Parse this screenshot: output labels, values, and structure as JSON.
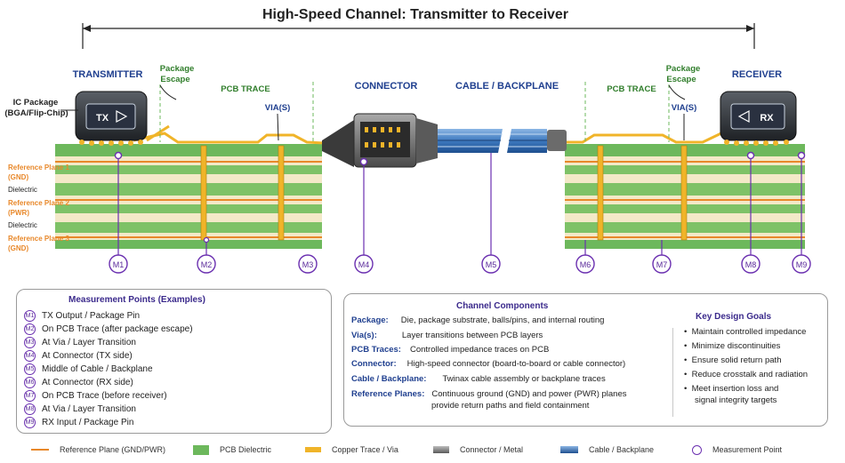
{
  "title": "High-Speed Channel: Transmitter to Receiver",
  "labels": {
    "transmitter": "TRANSMITTER",
    "receiver": "RECEIVER",
    "package_escape_left_1": "Package",
    "package_escape_left_2": "Escape",
    "package_escape_right_1": "Package",
    "package_escape_right_2": "Escape",
    "pcb_trace_left": "PCB TRACE",
    "pcb_trace_right": "PCB TRACE",
    "connector": "CONNECTOR",
    "cable_backplane": "CABLE / BACKPLANE",
    "vias_left": "VIA(S)",
    "vias_right": "VIA(S)",
    "ic_package_1": "IC Package",
    "ic_package_2": "(BGA/Flip-Chip)",
    "tx": "TX",
    "rx": "RX"
  },
  "layers": {
    "ref1_a": "Reference Plane 1",
    "ref1_b": "(GND)",
    "dielectric1": "Dielectric",
    "ref2_a": "Reference Plane 2",
    "ref2_b": "(PWR)",
    "dielectric2": "Dielectric",
    "ref3_a": "Reference Plane 3",
    "ref3_b": "(GND)"
  },
  "markers": [
    "M1",
    "M2",
    "M3",
    "M4",
    "M5",
    "M6",
    "M7",
    "M8",
    "M9"
  ],
  "measurement": {
    "title": "Measurement Points (Examples)",
    "items": [
      {
        "badge": "M1",
        "text": "TX Output / Package Pin"
      },
      {
        "badge": "M2",
        "text": "On PCB Trace (after package escape)"
      },
      {
        "badge": "M3",
        "text": "At Via / Layer Transition"
      },
      {
        "badge": "M4",
        "text": "At Connector (TX side)"
      },
      {
        "badge": "M5",
        "text": "Middle of Cable / Backplane"
      },
      {
        "badge": "M6",
        "text": "At Connector (RX side)"
      },
      {
        "badge": "M7",
        "text": "On PCB Trace (before receiver)"
      },
      {
        "badge": "M8",
        "text": "At Via / Layer Transition"
      },
      {
        "badge": "M9",
        "text": "RX Input / Package Pin"
      }
    ]
  },
  "components": {
    "title": "Channel Components",
    "items": [
      {
        "term": "Package:",
        "desc": "Die, package substrate, balls/pins, and internal routing"
      },
      {
        "term": "Via(s):",
        "desc": "Layer transitions between PCB layers"
      },
      {
        "term": "PCB Traces:",
        "desc": "Controlled impedance traces on PCB"
      },
      {
        "term": "Connector:",
        "desc": "High-speed connector (board-to-board or cable connector)"
      },
      {
        "term": "Cable / Backplane:",
        "desc": "Twinax cable assembly or backplane traces"
      },
      {
        "term": "Reference Planes:",
        "desc": "Continuous ground (GND) and power (PWR) planes"
      }
    ],
    "ref_planes_line2": "provide return paths and field containment"
  },
  "goals": {
    "title": "Key Design Goals",
    "items": [
      "Maintain controlled impedance",
      "Minimize discontinuities",
      "Ensure solid return path",
      "Reduce crosstalk and radiation",
      "Meet insertion loss and"
    ],
    "last_line2": "signal integrity targets"
  },
  "legend": [
    {
      "label": "Reference Plane (GND/PWR)",
      "color": "#e8882a"
    },
    {
      "label": "PCB Dielectric",
      "color": "#6db85c"
    },
    {
      "label": "Copper Trace / Via",
      "color": "#f0b429"
    },
    {
      "label": "Connector / Metal",
      "color": "#8a8a8a"
    },
    {
      "label": "Cable / Backplane",
      "color": "#4a86c8"
    },
    {
      "label": "Measurement Point",
      "color": "#6a2fb0"
    }
  ],
  "colors": {
    "purple": "#6a2fb0",
    "orange": "#e8882a",
    "green_label": "#2f7d2a",
    "blue_label": "#1f3f8f"
  }
}
